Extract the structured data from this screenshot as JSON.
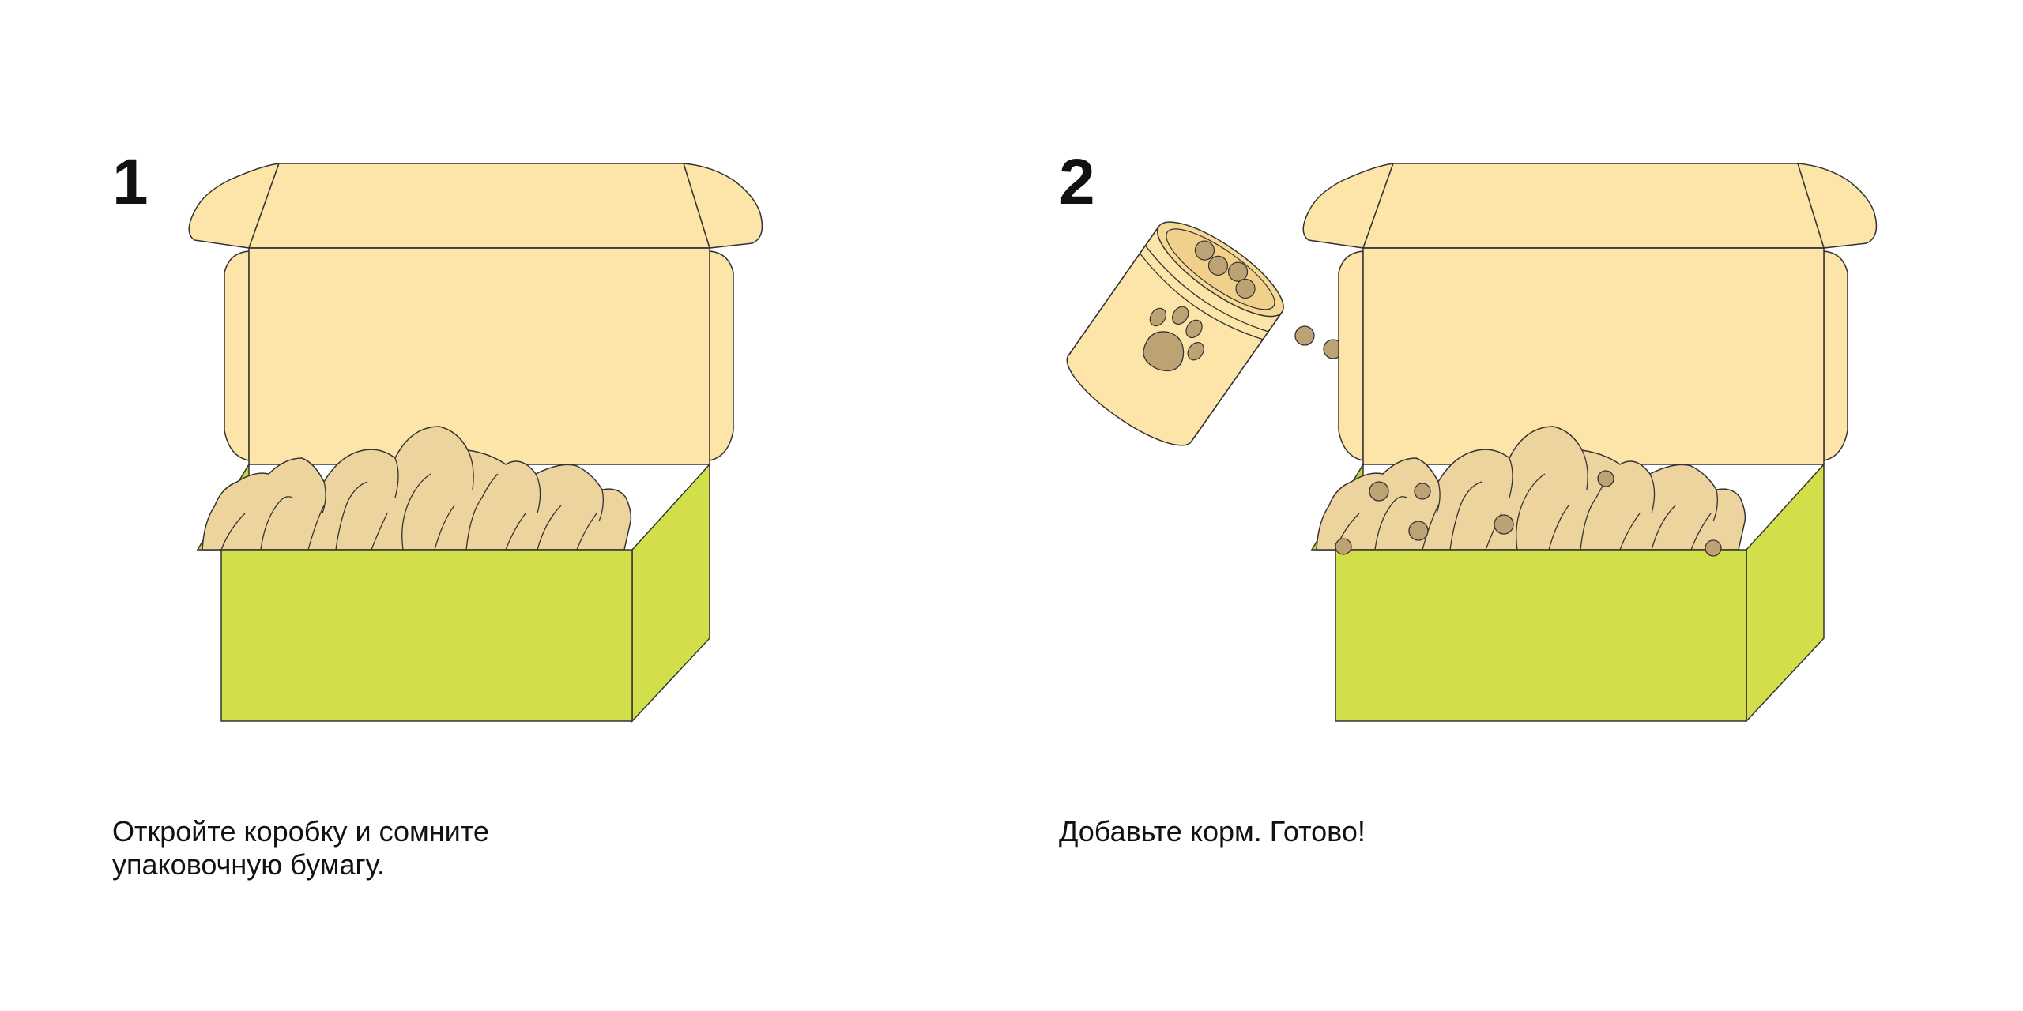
{
  "steps": [
    {
      "number": "1",
      "caption_lines": [
        "Откройте коробку и сомните",
        "упаковочную бумагу."
      ]
    },
    {
      "number": "2",
      "caption_lines": [
        "Добавьте корм. Готово!"
      ]
    }
  ],
  "colors": {
    "box_lid": "#FDE5AA",
    "box_body": "#D3DF4A",
    "paper": "#EDD49E",
    "kibble": "#BDA373",
    "outline": "#333333",
    "text": "#111111"
  },
  "icons": {
    "step_1": [
      "open-box-icon",
      "crumpled-paper-icon"
    ],
    "step_2": [
      "food-can-icon",
      "paw-print-icon",
      "kibble-icon",
      "open-box-icon"
    ]
  }
}
